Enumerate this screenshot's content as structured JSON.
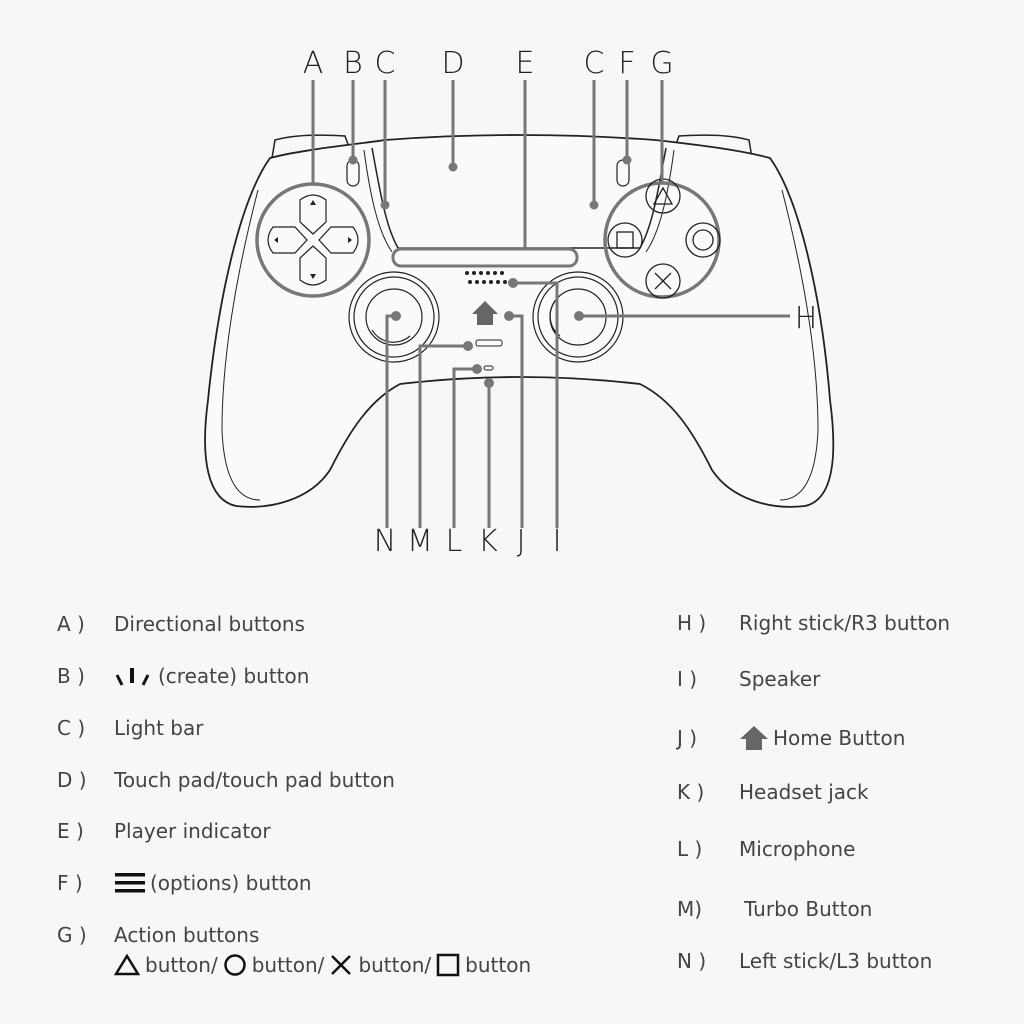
{
  "callouts": {
    "top": [
      "A",
      "B",
      "C",
      "D",
      "E",
      "C",
      "F",
      "G"
    ],
    "right": "H",
    "bottom": [
      "N",
      "M",
      "L",
      "K",
      "J",
      "I"
    ]
  },
  "legend": {
    "left": [
      {
        "letter": "A )",
        "text": "Directional buttons"
      },
      {
        "letter": "B )",
        "text": "(create) button",
        "icon": "create-icon"
      },
      {
        "letter": "C )",
        "text": "Light bar"
      },
      {
        "letter": "D )",
        "text": "Touch pad/touch pad button"
      },
      {
        "letter": "E )",
        "text": "Player indicator"
      },
      {
        "letter": "F )",
        "text": "(options) button",
        "icon": "options-icon"
      },
      {
        "letter": "G )",
        "text": "Action buttons"
      }
    ],
    "action_line": [
      "button/",
      "button/",
      "button/",
      "button"
    ],
    "right": [
      {
        "letter": "H )",
        "text": "Right stick/R3 button"
      },
      {
        "letter": "I )",
        "text": "Speaker"
      },
      {
        "letter": "J )",
        "text": "Home Button",
        "icon": "home-icon"
      },
      {
        "letter": "K )",
        "text": "Headset jack"
      },
      {
        "letter": "L )",
        "text": "Microphone"
      },
      {
        "letter": "M)",
        "text": "Turbo Button"
      },
      {
        "letter": "N )",
        "text": "Left stick/L3 button"
      }
    ]
  },
  "colors": {
    "line": "#222222",
    "leader": "#777777",
    "text": "#444444",
    "background": "#f7f7f7"
  }
}
